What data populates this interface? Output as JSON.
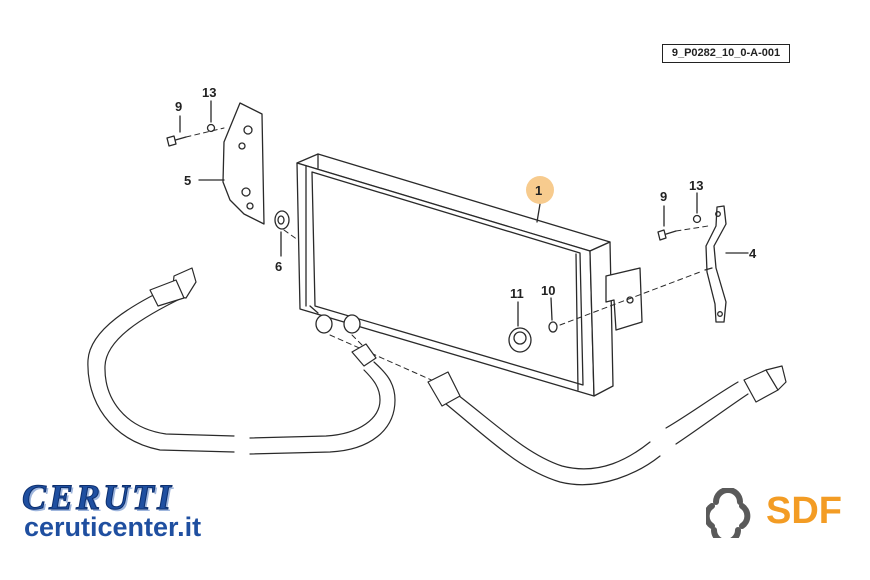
{
  "reference_code": "9_P0282_10_0-A-001",
  "callouts": {
    "c1": "1",
    "c4": "4",
    "c5": "5",
    "c6": "6",
    "c9a": "9",
    "c9b": "9",
    "c10": "10",
    "c11": "11",
    "c13a": "13",
    "c13b": "13"
  },
  "branding": {
    "ceruti_logo": "CERUTI",
    "ceruti_url": "ceruticenter.it",
    "sdf_logo": "SDF"
  },
  "colors": {
    "line": "#2a2a2a",
    "highlight_callout": "#f6c27a",
    "ceruti_blue": "#1f4fa0",
    "sdf_orange": "#f39c24",
    "sdf_gray": "#5a5a5a"
  }
}
